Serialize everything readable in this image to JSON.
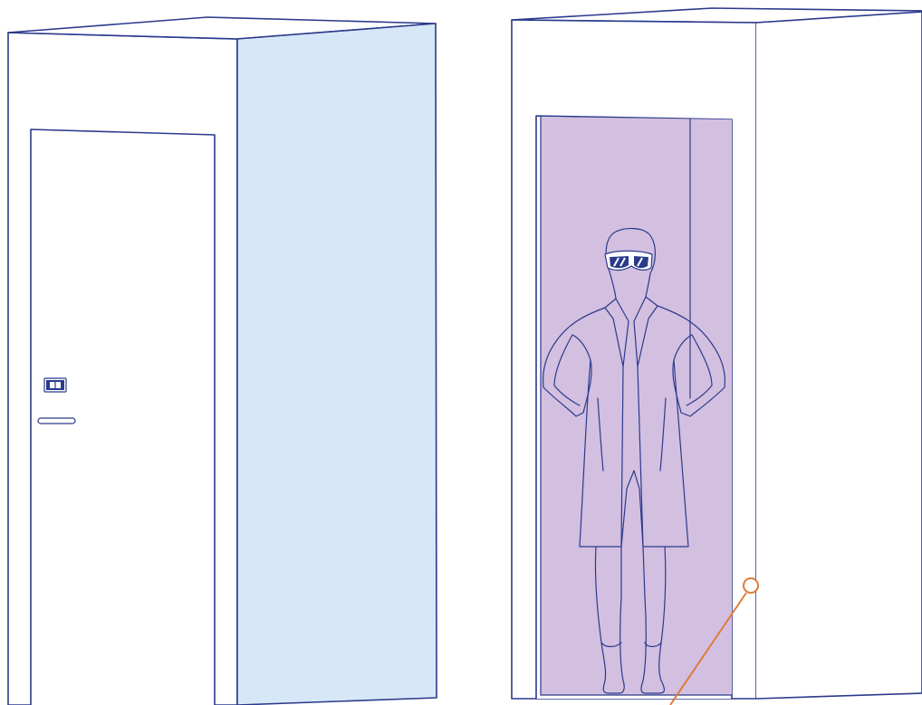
{
  "colors": {
    "outline": "#2b3a8c",
    "side_panel": "#d6e8f8",
    "uv_chamber": "#d3bfe0",
    "indicator": "#e07a3a",
    "background": "#ffffff"
  },
  "icons": {
    "card_reader": "card-reader-icon",
    "door_handle": "door-handle-icon",
    "goggles": "safety-goggles-icon",
    "indicator": "sensor-pointer-icon"
  },
  "scenes": [
    {
      "id": "closed-booth",
      "door_state": "closed"
    },
    {
      "id": "open-booth",
      "door_state": "open",
      "occupant": "person-in-lab-coat-and-goggles"
    }
  ]
}
